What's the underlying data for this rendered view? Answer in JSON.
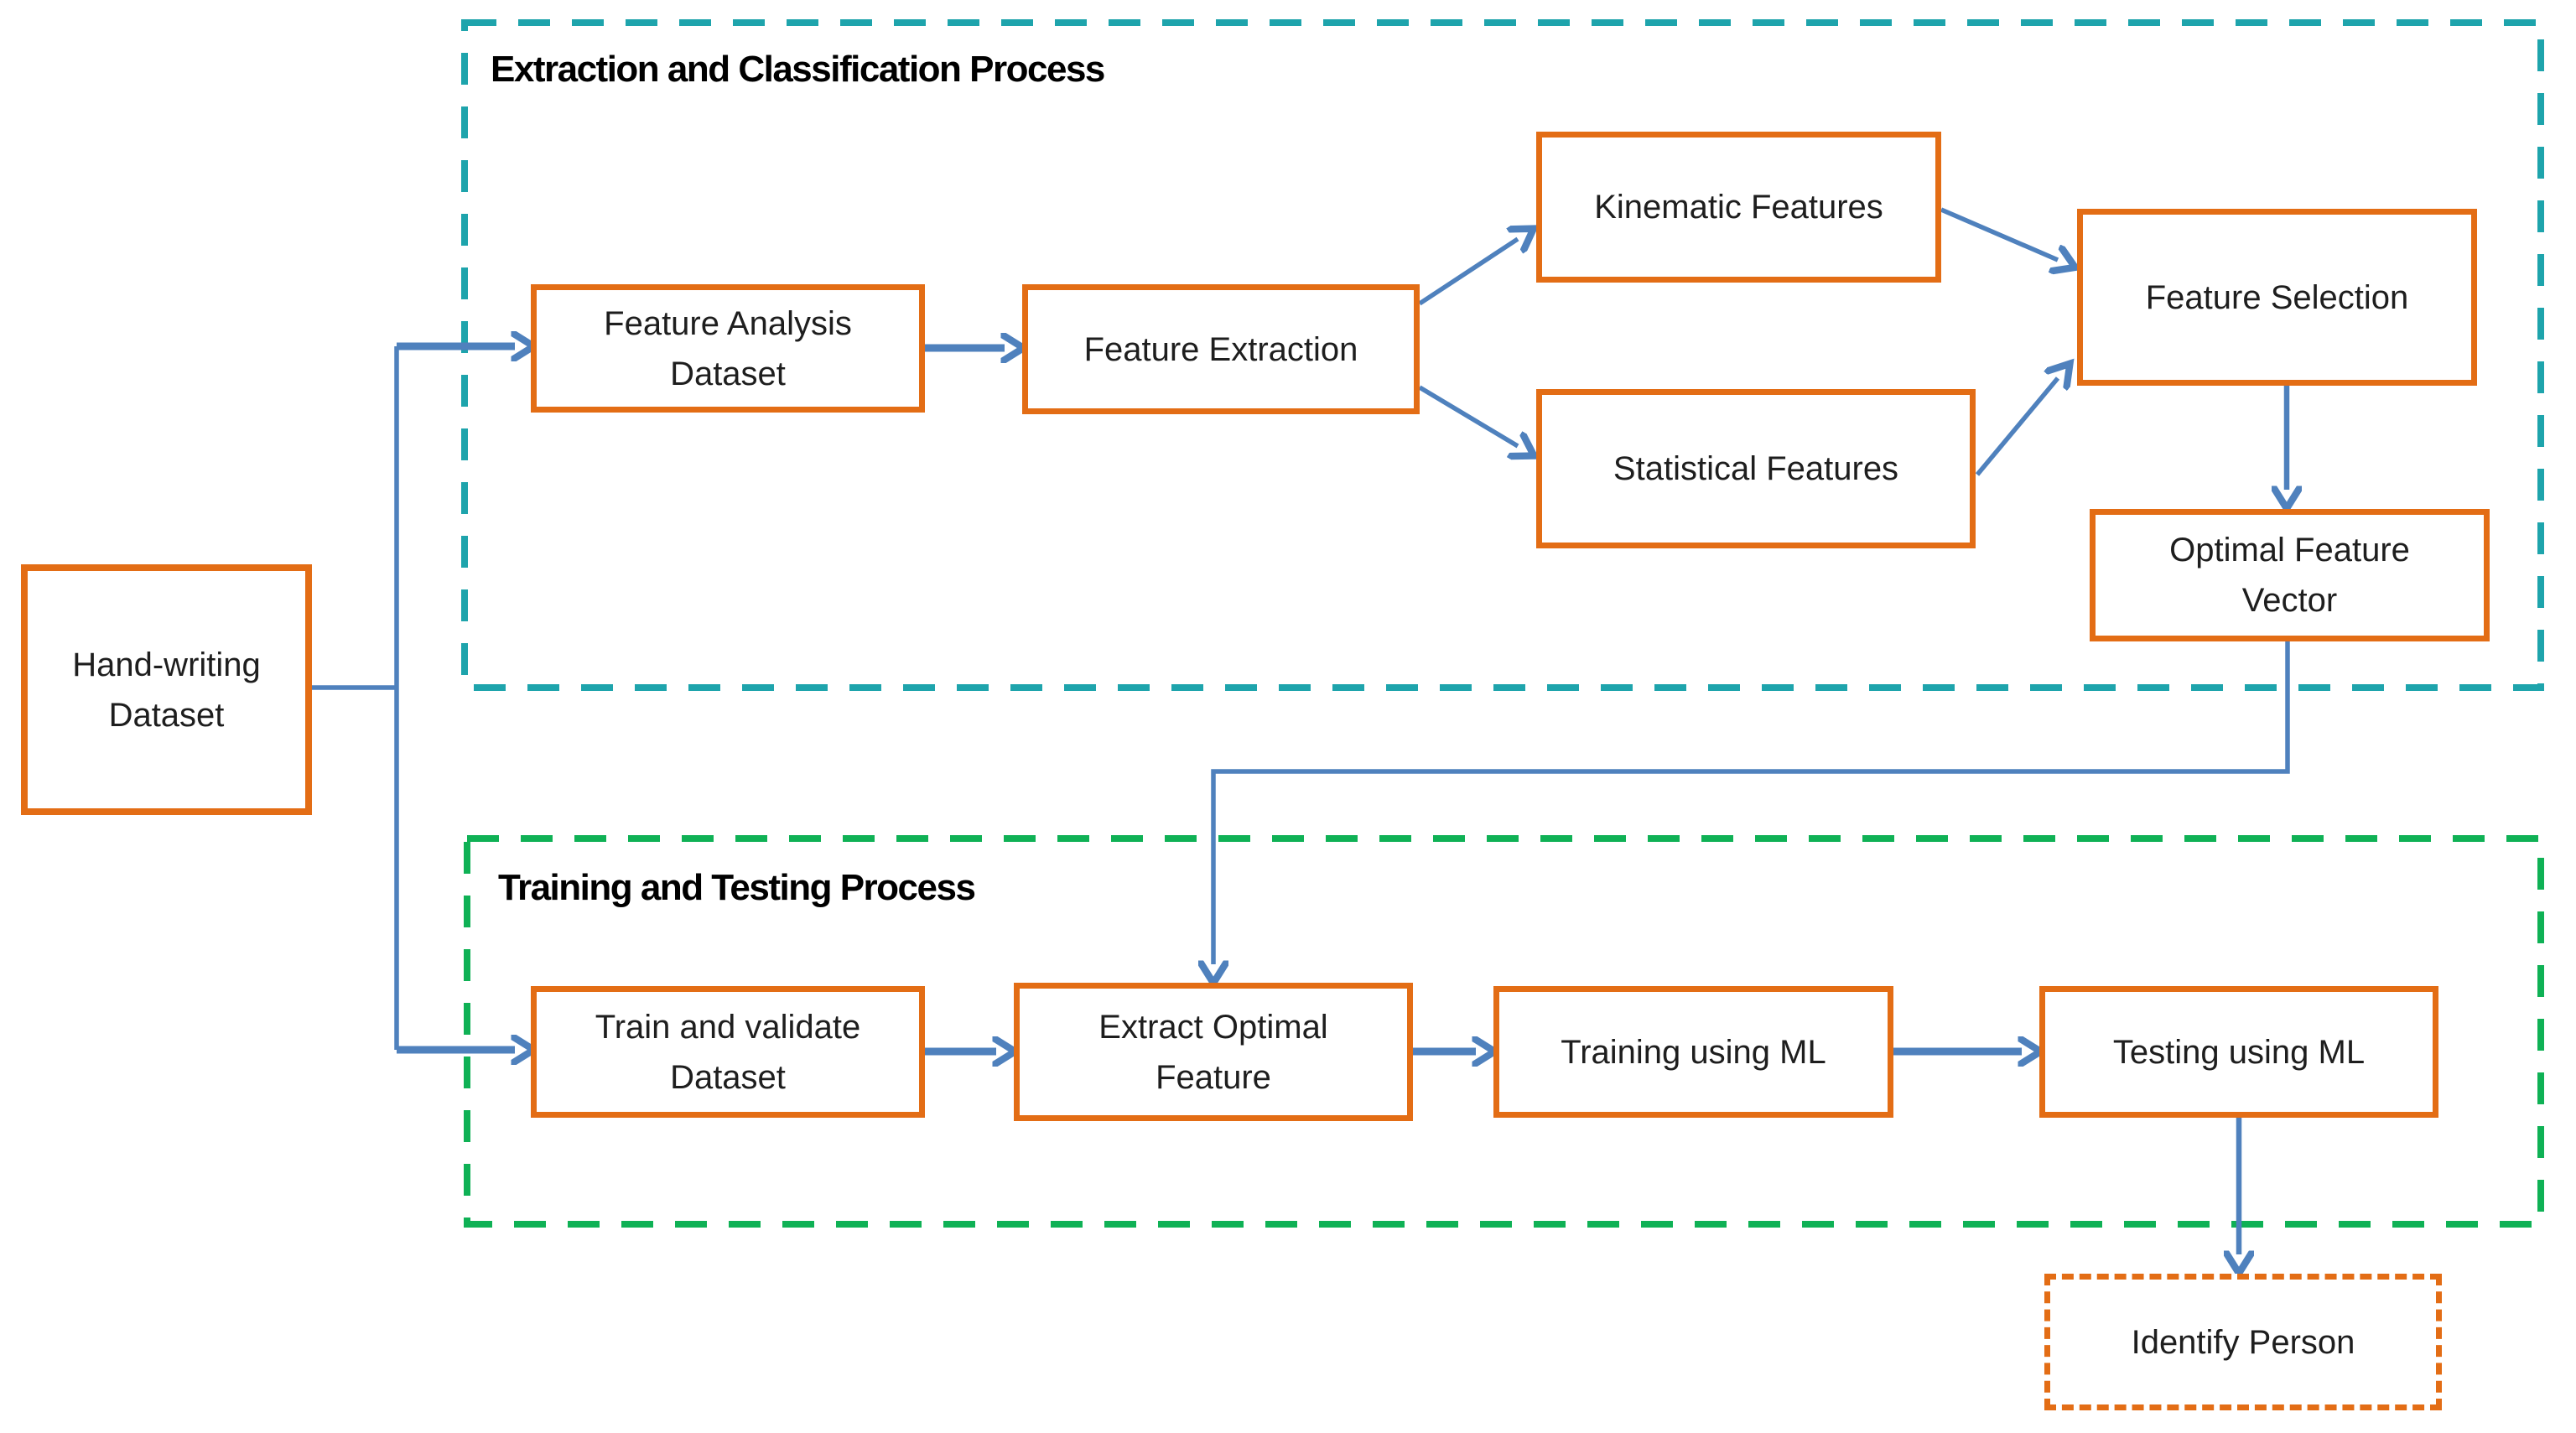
{
  "colors": {
    "orange": "#E36D15",
    "blue": "#4F81BD",
    "teal": "#1EA4AC",
    "green": "#0FB155",
    "text": "#1E1E1E",
    "title": "#000000",
    "bg": "#FFFFFF"
  },
  "containers": {
    "extraction": {
      "title": "Extraction and Classification Process"
    },
    "training": {
      "title": "Training and Testing Process"
    }
  },
  "boxes": {
    "hand_writing": {
      "label": "Hand-writing\nDataset"
    },
    "feature_analysis": {
      "label": "Feature Analysis\nDataset"
    },
    "feature_extraction": {
      "label": "Feature Extraction"
    },
    "kinematic": {
      "label": "Kinematic Features"
    },
    "statistical": {
      "label": "Statistical Features"
    },
    "feature_selection": {
      "label": "Feature Selection"
    },
    "optimal_vector": {
      "label": "Optimal Feature\nVector"
    },
    "train_validate": {
      "label": "Train and validate\nDataset"
    },
    "extract_optimal": {
      "label": "Extract Optimal\nFeature"
    },
    "training_ml": {
      "label": "Training using ML"
    },
    "testing_ml": {
      "label": "Testing using ML"
    },
    "identify_person": {
      "label": "Identify Person"
    }
  },
  "edges": [
    {
      "from": "hand_writing",
      "to": "feature_analysis"
    },
    {
      "from": "hand_writing",
      "to": "train_validate"
    },
    {
      "from": "feature_analysis",
      "to": "feature_extraction"
    },
    {
      "from": "feature_extraction",
      "to": "kinematic"
    },
    {
      "from": "feature_extraction",
      "to": "statistical"
    },
    {
      "from": "kinematic",
      "to": "feature_selection"
    },
    {
      "from": "statistical",
      "to": "feature_selection"
    },
    {
      "from": "feature_selection",
      "to": "optimal_vector"
    },
    {
      "from": "optimal_vector",
      "to": "extract_optimal"
    },
    {
      "from": "train_validate",
      "to": "extract_optimal"
    },
    {
      "from": "extract_optimal",
      "to": "training_ml"
    },
    {
      "from": "training_ml",
      "to": "testing_ml"
    },
    {
      "from": "testing_ml",
      "to": "identify_person"
    }
  ]
}
